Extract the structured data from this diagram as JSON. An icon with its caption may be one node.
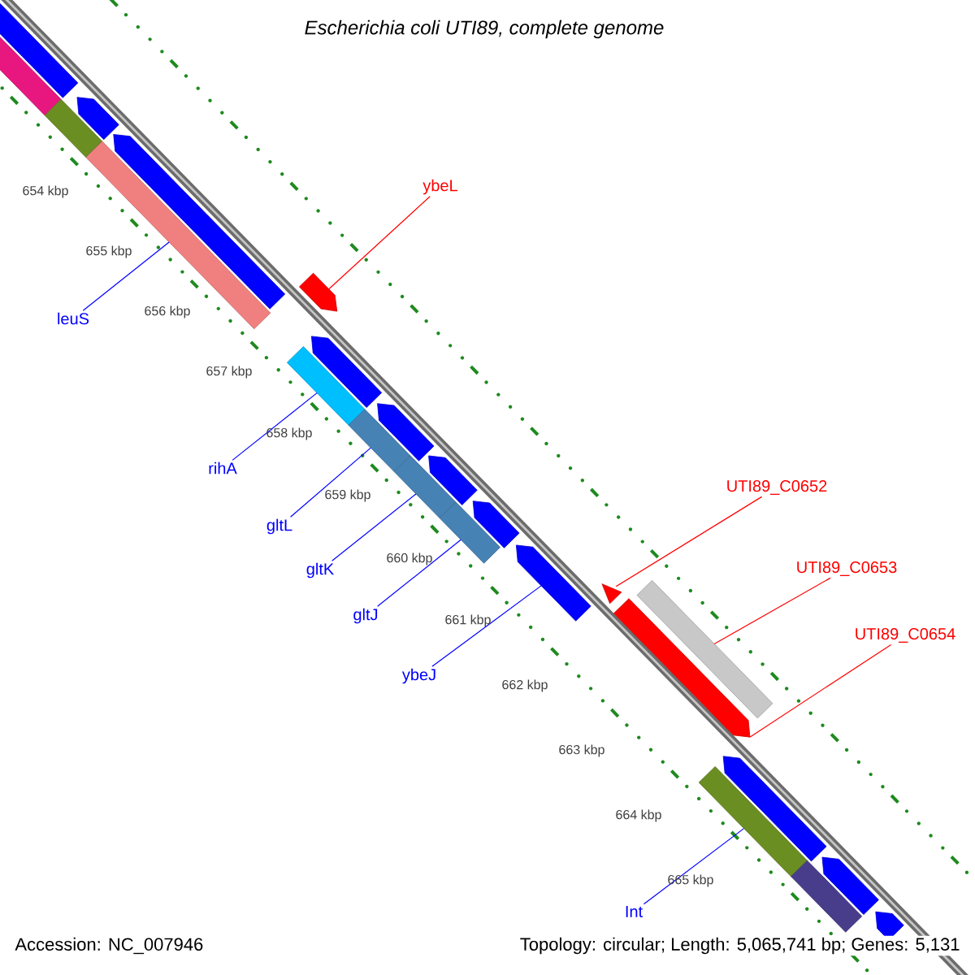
{
  "diagram": {
    "title": "Escherichia coli UTI89, complete genome",
    "nodes": [
      {
        "text": [
          "ybeL"
        ]
      },
      {
        "text": [
          "leuS"
        ]
      },
      {
        "text": [
          "rihA"
        ]
      },
      {
        "text": [
          "gltL"
        ]
      },
      {
        "text": [
          "gltK"
        ]
      },
      {
        "text": [
          "gltJ"
        ]
      },
      {
        "text": [
          "ybeJ"
        ]
      },
      {
        "text": [
          "UTI89_C0652"
        ]
      },
      {
        "text": [
          "UTI89_C0653"
        ]
      },
      {
        "text": [
          "UTI89_C0654"
        ]
      },
      {
        "text": [
          "Int"
        ]
      },
      {
        "text": [],
        "shape": "arrow"
      },
      {
        "text": [],
        "shape": "bar"
      },
      {
        "text": [],
        "shape": "bar"
      },
      {
        "text": [],
        "shape": "bar"
      },
      {
        "text": [],
        "shape": "bar"
      },
      {
        "text": [],
        "shape": "bar"
      },
      {
        "text": [],
        "shape": "arrow"
      },
      {
        "text": [],
        "shape": "triangle"
      },
      {
        "text": [],
        "shape": "arrow"
      },
      {
        "text": [],
        "shape": "bar"
      },
      {
        "text": [],
        "shape": "bar"
      },
      {
        "text": [],
        "shape": "arrow"
      },
      {
        "text": [],
        "shape": "arrow"
      },
      {
        "text": [],
        "shape": "arrow"
      },
      {
        "text": [],
        "shape": "arrow"
      },
      {
        "text": [],
        "shape": "arrow"
      },
      {
        "text": [],
        "shape": "arrow"
      },
      {
        "text": [],
        "shape": "arrow"
      },
      {
        "text": [],
        "shape": "arrow"
      },
      {
        "text": [],
        "shape": "arrow"
      },
      {
        "text": [],
        "shape": "arrow"
      },
      {
        "text": [],
        "shape": "bar"
      },
      {
        "text": [],
        "shape": "bar"
      },
      {
        "text": [],
        "shape": "bar"
      }
    ],
    "edges": [
      {
        "from": 0,
        "to": 11,
        "arrow": "none",
        "color": "#ff0000"
      },
      {
        "from": 1,
        "to": 12,
        "arrow": "none"
      },
      {
        "from": 2,
        "to": 13,
        "arrow": "none"
      },
      {
        "from": 3,
        "to": 14,
        "arrow": "none"
      },
      {
        "from": 4,
        "to": 15,
        "arrow": "none"
      },
      {
        "from": 5,
        "to": 16,
        "arrow": "none"
      },
      {
        "from": 6,
        "to": 17,
        "arrow": "none"
      },
      {
        "from": 7,
        "to": 18,
        "arrow": "none",
        "color": "#ff0000"
      },
      {
        "from": 8,
        "to": 20,
        "arrow": "none",
        "color": "#ff0000"
      },
      {
        "from": 9,
        "to": 19,
        "arrow": "none",
        "color": "#ff0000"
      },
      {
        "from": 10,
        "to": 21,
        "arrow": "none"
      }
    ],
    "labels": [
      "654 kbp",
      "655 kbp",
      "656 kbp",
      "657 kbp",
      "658 kbp",
      "659 kbp",
      "660 kbp",
      "661 kbp",
      "662 kbp",
      "663 kbp",
      "664 kbp",
      "665 kbp",
      "Accession: NC_007946",
      "Topology: circular; Length: 5,065,741 bp; Genes: 5,131"
    ]
  }
}
